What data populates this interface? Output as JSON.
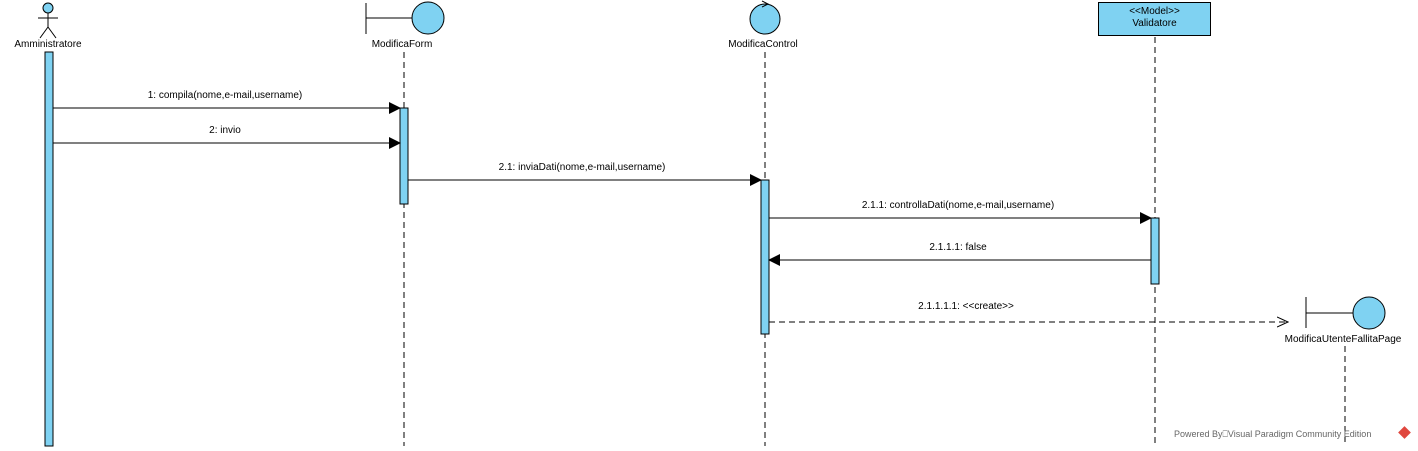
{
  "colors": {
    "activation": "#7fd2f2",
    "line": "#000000",
    "lifeline": "#000000",
    "watermark": "#666666",
    "brand": "#e0473e"
  },
  "participants": [
    {
      "id": "amministratore",
      "name": "Amministratore",
      "kind": "actor"
    },
    {
      "id": "modificaform",
      "name": "ModificaForm",
      "kind": "boundary"
    },
    {
      "id": "modificacontrol",
      "name": "ModificaControl",
      "kind": "control"
    },
    {
      "id": "validatore",
      "name": "Validatore",
      "stereotype": "<<Model>>",
      "kind": "model"
    },
    {
      "id": "modificautentefallitapage",
      "name": "ModificaUtenteFallitaPage",
      "kind": "boundary"
    }
  ],
  "messages": [
    {
      "label": "1: compila(nome,e-mail,username)",
      "from": "amministratore",
      "to": "modificaform",
      "style": "sync"
    },
    {
      "label": "2: invio",
      "from": "amministratore",
      "to": "modificaform",
      "style": "sync"
    },
    {
      "label": "2.1: inviaDati(nome,e-mail,username)",
      "from": "modificaform",
      "to": "modificacontrol",
      "style": "sync"
    },
    {
      "label": "2.1.1: controllaDati(nome,e-mail,username)",
      "from": "modificacontrol",
      "to": "validatore",
      "style": "sync"
    },
    {
      "label": "2.1.1.1: false",
      "from": "validatore",
      "to": "modificacontrol",
      "style": "return"
    },
    {
      "label": "2.1.1.1.1: <<create>>",
      "from": "modificacontrol",
      "to": "modificautentefallitapage",
      "style": "create"
    }
  ],
  "watermark": "Powered By⎕Visual Paradigm Community Edition"
}
